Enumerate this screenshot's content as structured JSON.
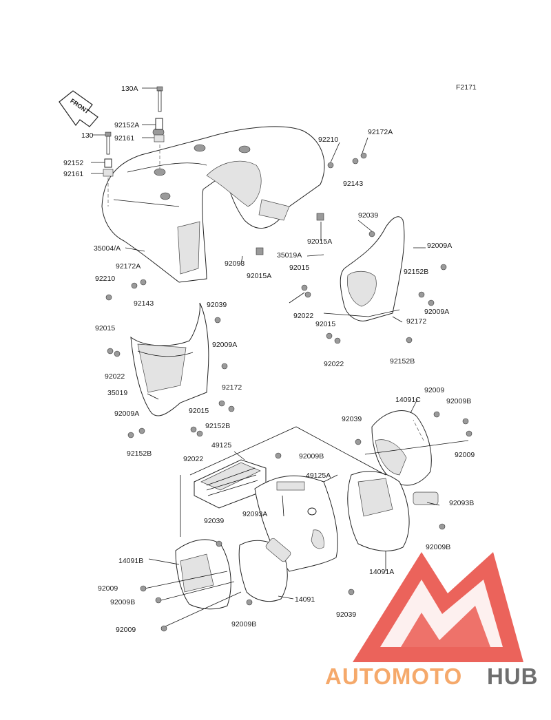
{
  "figure_code": "F2171",
  "front_marker": "FRONT",
  "watermark": {
    "prefix": "AUTOMOTO",
    "suffix": "HUB",
    "colors": {
      "prefix": "#f5a96b",
      "suffix": "#6f6f6f",
      "logo": "#e8483e"
    }
  },
  "parts": {
    "p130A": "130A",
    "p92152A": "92152A",
    "p92161_top": "92161",
    "p130": "130",
    "p92152": "92152",
    "p92161": "92161",
    "p35004A": "35004/A",
    "p92172A_l": "92172A",
    "p92210_l": "92210",
    "p92143_l": "92143",
    "p92093": "92093",
    "p92015A_l": "92015A",
    "p92210_r": "92210",
    "p92172A_r": "92172A",
    "p92143_r": "92143",
    "p92015A_r": "92015A",
    "p92039_r": "92039",
    "p35019A": "35019A",
    "p92009A_r1": "92009A",
    "p92015_r1": "92015",
    "p92152B_r1": "92152B",
    "p92022_r1": "92022",
    "p92009A_r2": "92009A",
    "p92015_r2": "92015",
    "p92172_r": "92172",
    "p92022_r2": "92022",
    "p92152B_r2": "92152B",
    "p92039_l": "92039",
    "p92015_l1": "92015",
    "p92009A_l1": "92009A",
    "p92022_l1": "92022",
    "p35019": "35019",
    "p92172_l": "92172",
    "p92009A_l2": "92009A",
    "p92015_l2": "92015",
    "p92152B_l1": "92152B",
    "p92152B_l2": "92152B",
    "p92022_l2": "92022",
    "p49125": "49125",
    "p92039_c": "92039",
    "p14091C": "14091C",
    "p92009_tr": "92009",
    "p92009B_tr": "92009B",
    "p92009_r": "92009",
    "p92009B_c": "92009B",
    "p49125A": "49125A",
    "p92093B": "92093B",
    "p92093A": "92093A",
    "p92039_b": "92039",
    "p92009B_br": "92009B",
    "p14091B": "14091B",
    "p14091A": "14091A",
    "p92009_bl1": "92009",
    "p92009B_bl": "92009B",
    "p14091": "14091",
    "p92039_bb": "92039",
    "p92009B_bb": "92009B",
    "p92009_bl2": "92009"
  }
}
